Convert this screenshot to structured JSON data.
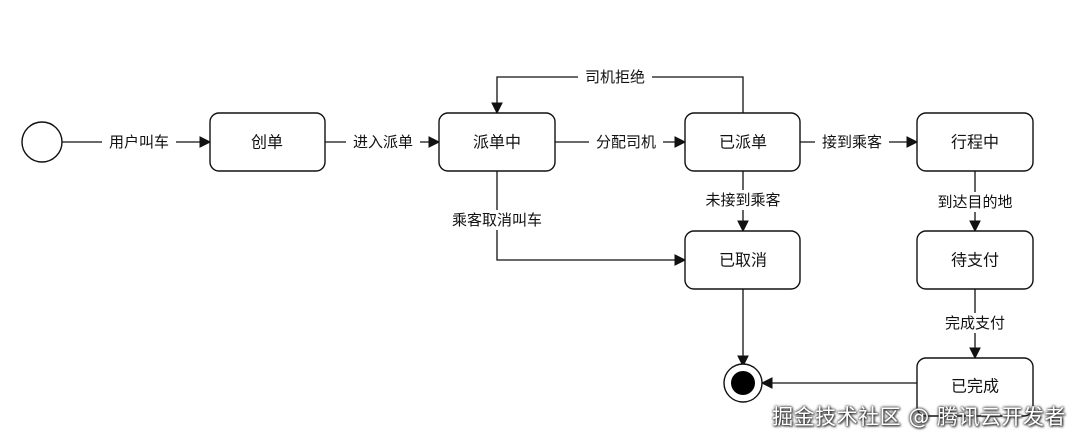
{
  "diagram": {
    "states": {
      "create_order": "创单",
      "dispatching": "派单中",
      "dispatched": "已派单",
      "on_trip": "行程中",
      "cancelled": "已取消",
      "pending_payment": "待支付",
      "completed": "已完成"
    },
    "transitions": {
      "user_call": "用户叫车",
      "enter_dispatch": "进入派单",
      "assign_driver": "分配司机",
      "driver_reject": "司机拒绝",
      "pickup_passenger": "接到乘客",
      "passenger_cancel": "乘客取消叫车",
      "not_picked_up": "未接到乘客",
      "arrive_destination": "到达目的地",
      "finish_payment": "完成支付"
    }
  },
  "watermark": "掘金技术社区 @ 腾讯云开发者"
}
